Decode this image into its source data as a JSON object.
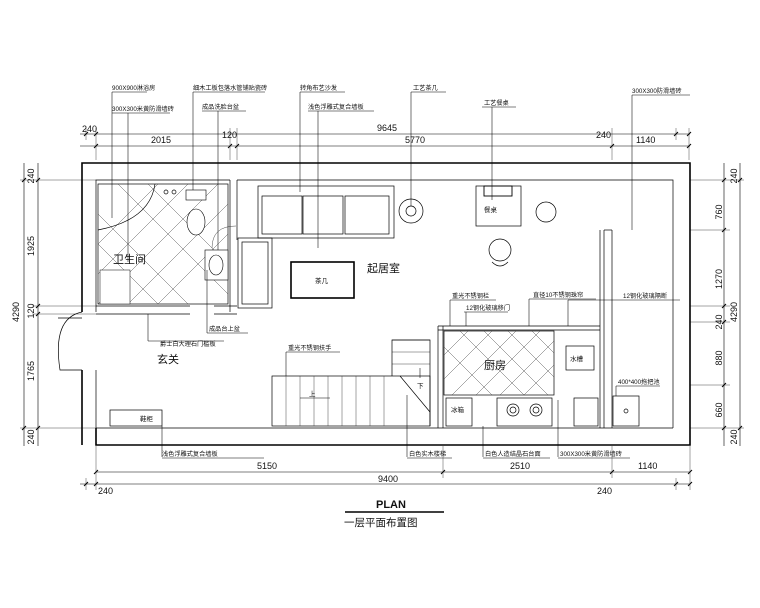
{
  "title": "PLAN",
  "subtitle": "一层平面布置图",
  "rooms": {
    "bathroom": "卫生间",
    "living": "起居室",
    "entry": "玄关",
    "kitchen": "厨房",
    "tea_table": "茶几",
    "dining": "餐桌",
    "fridge": "冰箱",
    "shoe": "鞋柜",
    "sink": "水槽",
    "up": "上",
    "down": "下"
  },
  "annotations": {
    "shower": "900X900淋浴房",
    "bath_floor": "300X300米黄防滑墙砖",
    "wood_board": "细木工板包落水管铺贴瓷砖",
    "basin": "成品洗脸台盆",
    "sofa": "转角布艺沙发",
    "floor_wood": "浅色浮雕式复合墙板",
    "tea_table": "工艺茶几",
    "dining": "工艺餐桌",
    "kitchen_wall": "300X300防滑墙砖",
    "glass_door": "12钢化玻璃移门",
    "rail_kitchen": "直径10不锈钢珠帘",
    "steel_stair": "重光不锈钢栏",
    "glass_partition": "12钢化玻璃隔断",
    "marble_sill": "爵士白大理石门槛板",
    "counter": "成品台上盆",
    "handrail": "重光不锈钢扶手",
    "mop_pool": "400*400拖把池",
    "bottom_floor": "浅色浮雕式复合墙板",
    "stair_wood": "白色实木楼梯",
    "counter_top": "白色人造结晶石台面",
    "bottom_tile": "300X300米黄防滑墙砖"
  },
  "dims_top": {
    "outer_left": "240",
    "total": "9645",
    "outer_right": "240",
    "seg1": "2015",
    "seg2": "120",
    "seg3": "5770",
    "seg4": "1140"
  },
  "dims_bottom": {
    "seg1": "5150",
    "seg2": "2510",
    "seg3": "1140",
    "total": "9400",
    "outer_left": "240",
    "outer_right": "240"
  },
  "dims_left": {
    "total": "4290",
    "top": "240",
    "seg1": "1925",
    "seg2": "120",
    "seg3": "1765",
    "bottom": "240"
  },
  "dims_right": {
    "total": "4290",
    "top": "240",
    "seg1": "760",
    "seg2": "1270",
    "seg3": "240",
    "seg4": "880",
    "seg5": "660",
    "bottom": "240"
  }
}
